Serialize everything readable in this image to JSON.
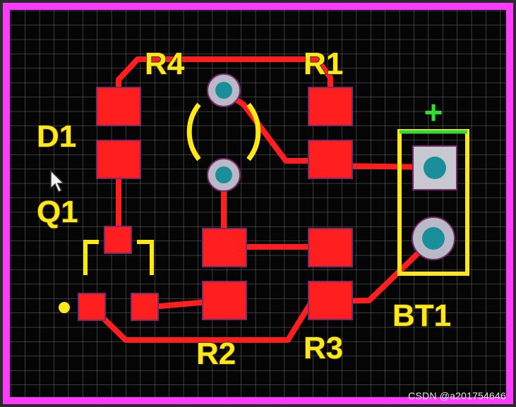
{
  "pcb": {
    "labels": {
      "r4": "R4",
      "r1": "R1",
      "d1": "D1",
      "q1": "Q1",
      "r2": "R2",
      "r3": "R3",
      "bt1": "BT1",
      "plus": "+"
    }
  },
  "watermark": "CSDN @a201754646",
  "colors": {
    "board": "#050505",
    "grid": "#6e6e6e",
    "outline": "#ff3bff",
    "copper": "#ff1f1f",
    "silk": "#ffe81a",
    "via": "#1a8f99",
    "plus": "#33dd33"
  }
}
